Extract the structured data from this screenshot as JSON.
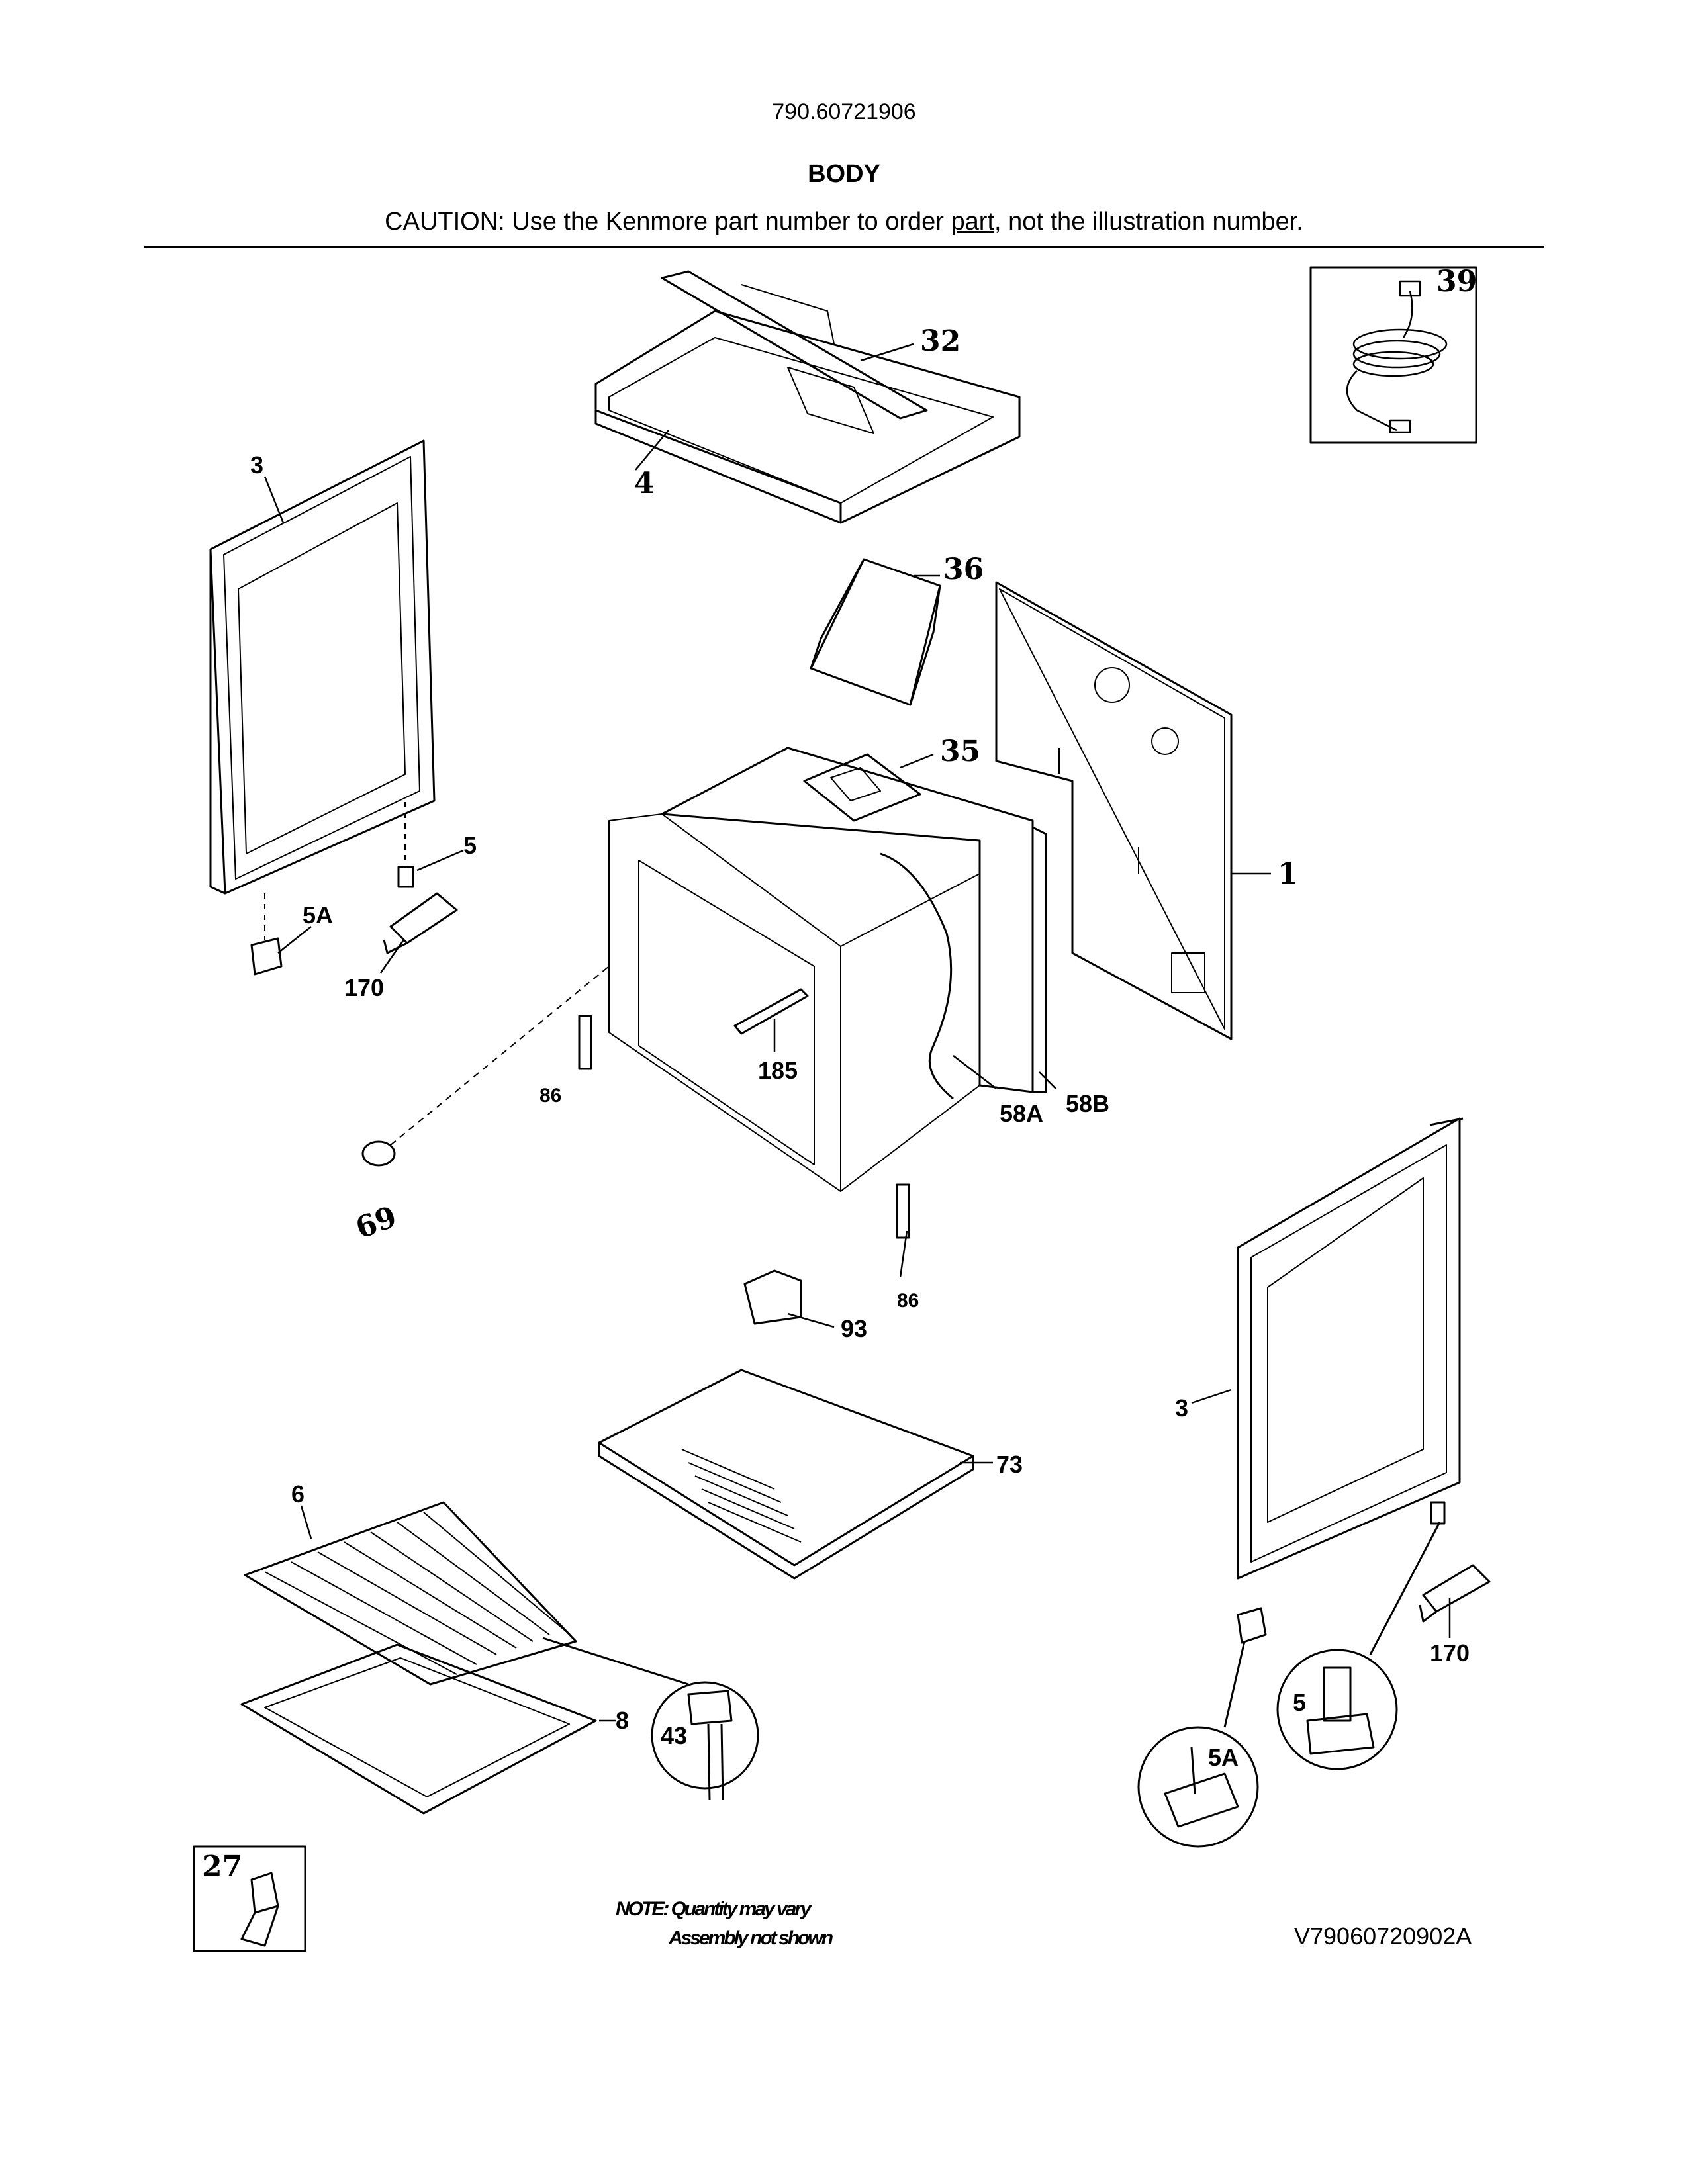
{
  "header": {
    "model_number": "790.60721906",
    "section_title": "BODY",
    "caution_before": "CAUTION: Use the Kenmore part number to order ",
    "caution_underlined": "part",
    "caution_after": ", not the illustration number."
  },
  "callouts": {
    "p1": "1",
    "p3_left": "3",
    "p3_right": "3",
    "p4": "4",
    "p5_left": "5",
    "p5_detail": "5",
    "p5a_left": "5A",
    "p5a_detail": "5A",
    "p6": "6",
    "p8": "8",
    "p27": "27",
    "p32": "32",
    "p35": "35",
    "p36": "36",
    "p39": "39",
    "p43": "43",
    "p58a": "58A",
    "p58b": "58B",
    "p69": "69",
    "p73": "73",
    "p86_left": "86",
    "p86_right": "86",
    "p93": "93",
    "p170_left": "170",
    "p170_right": "170",
    "p185": "185"
  },
  "footer": {
    "note_line1": "NOTE: Quantity may vary",
    "note_line2": "Assembly not shown",
    "illustration_code": "V79060720902A"
  },
  "colors": {
    "line": "#000000",
    "background": "#ffffff"
  }
}
